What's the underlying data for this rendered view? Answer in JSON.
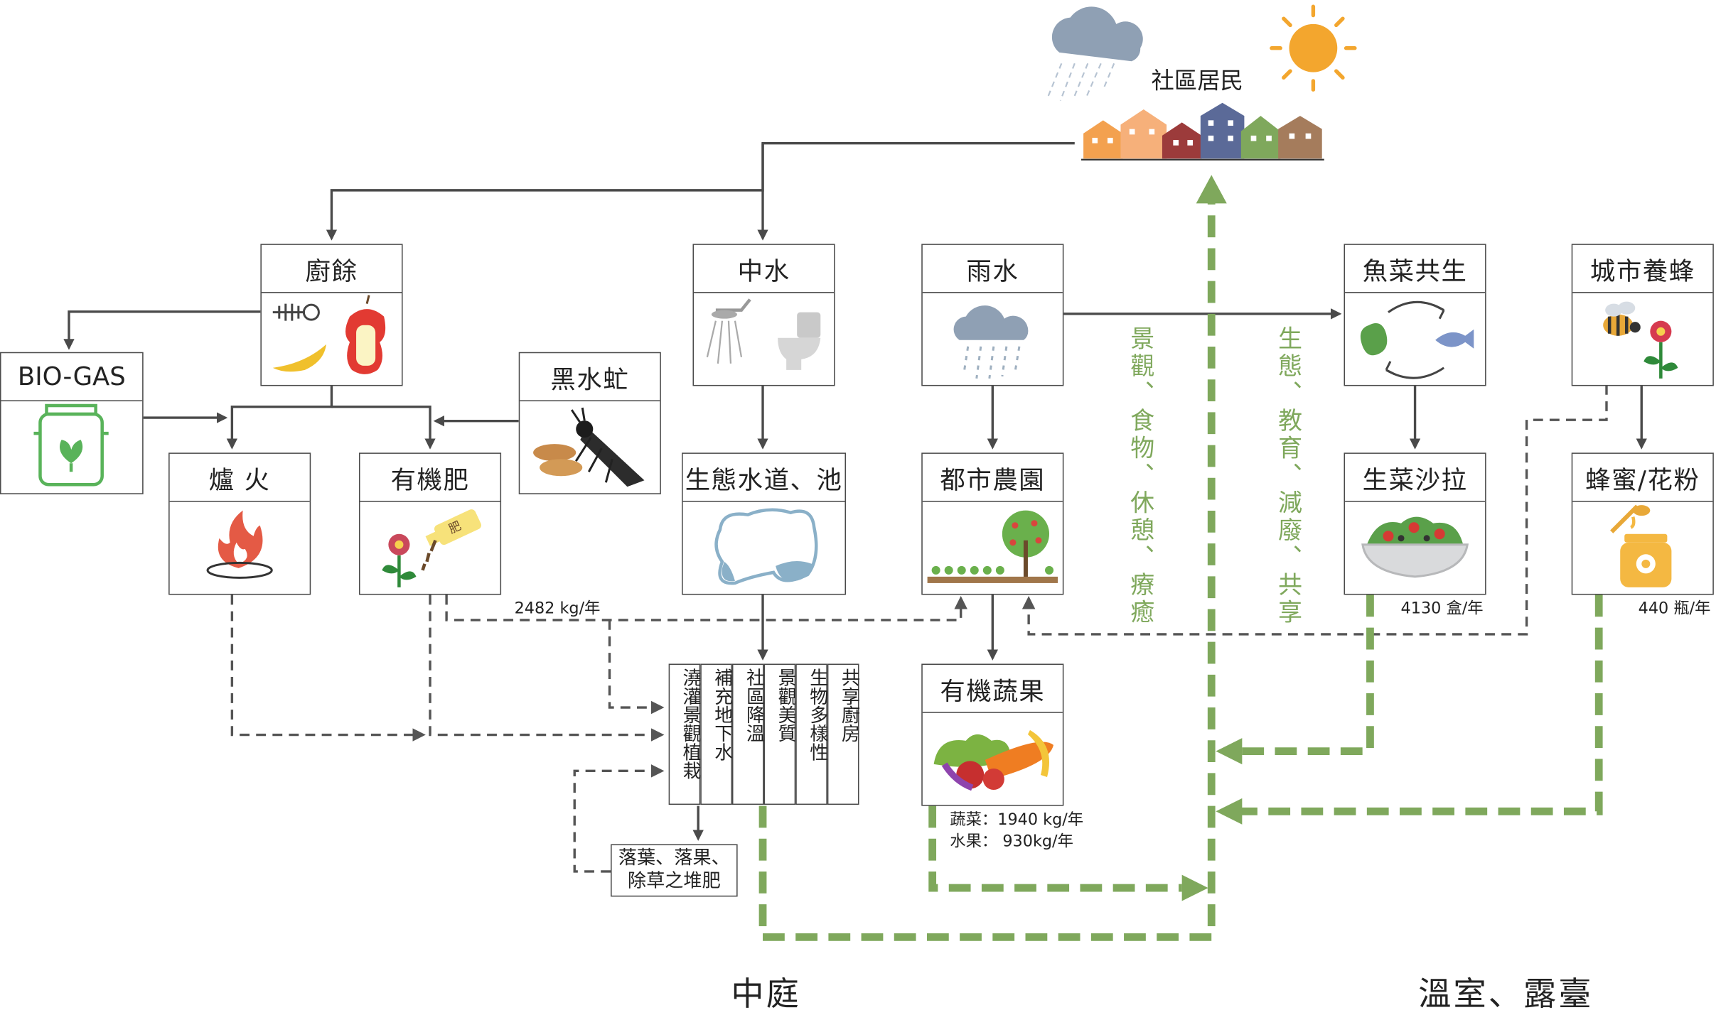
{
  "community": {
    "label": "社區居民"
  },
  "boxes": {
    "kitchen_waste": "廚餘",
    "biogas": "BIO-GAS",
    "stove": "爐 火",
    "organic_fertilizer": "有機肥",
    "black_soldier_fly": "黑水虻",
    "greywater": "中水",
    "eco_waterway": "生態水道、池",
    "rainwater": "雨水",
    "urban_farm": "都市農園",
    "organic_produce": "有機蔬果",
    "aquaponics": "魚菜共生",
    "salad": "生菜沙拉",
    "urban_beekeeping": "城市養蜂",
    "honey_pollen": "蜂蜜/花粉"
  },
  "fertilizer_label": "肥",
  "stats": {
    "fertilizer": "2482 kg/年",
    "salad": "4130 盒/年",
    "honey": "440 瓶/年",
    "vegetables": "蔬菜：1940 kg/年",
    "fruit": "水果： 930kg/年"
  },
  "uses": [
    "澆灌景觀植栽",
    "補充地下水",
    "社區降溫",
    "景觀美質",
    "生物多樣性",
    "共享廚房"
  ],
  "compost": {
    "line1": "落葉、落果、",
    "line2": "除草之堆肥"
  },
  "benefits": {
    "left": "景觀、食物、休憩、療癒",
    "right": "生態、教育、減廢、共享"
  },
  "zones": {
    "courtyard": "中庭",
    "greenhouse_terrace": "溫室、露臺"
  },
  "colors": {
    "green_flow": "#7fa85c",
    "line": "#4a4a4a",
    "sun": "#f3a62e",
    "cloud": "#8fa0b4"
  }
}
